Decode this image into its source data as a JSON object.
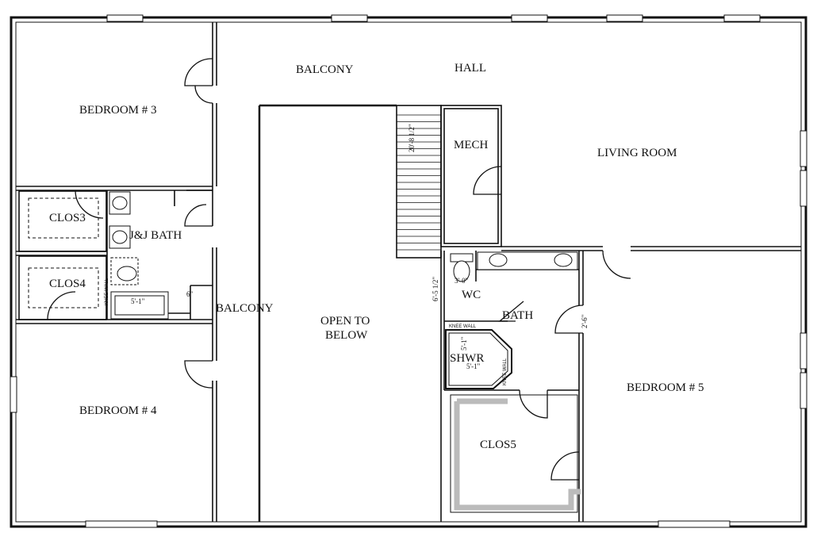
{
  "rooms": {
    "bedroom3": "BEDROOM # 3",
    "balcony_top": "BALCONY",
    "hall": "HALL",
    "mech": "MECH",
    "living": "LIVING ROOM",
    "clos3": "CLOS3",
    "jj_bath": "J&J BATH",
    "clos4": "CLOS4",
    "balcony_mid": "BALCONY",
    "open_line1": "OPEN TO",
    "open_line2": "BELOW",
    "wc": "WC",
    "bath": "BATH",
    "shwr": "SHWR",
    "bedroom5": "BEDROOM # 5",
    "bedroom4": "BEDROOM # 4",
    "clos5": "CLOS5"
  },
  "dimensions": {
    "stair": "20'-8 1/2\"",
    "tub": "5'-1\"",
    "wc_width": "3'-0\"",
    "wc_depth": "6'-5 1/2\"",
    "shower_a": "5'-1\"",
    "shower_b": "5'-1\"",
    "door_bath": "2'-6\"",
    "bath_small": "6\""
  },
  "notes": {
    "knee_wall_1": "KNEE WALL",
    "knee_wall_2": "KNEE WALL",
    "knee_wall_3": "KNEE WALL"
  }
}
